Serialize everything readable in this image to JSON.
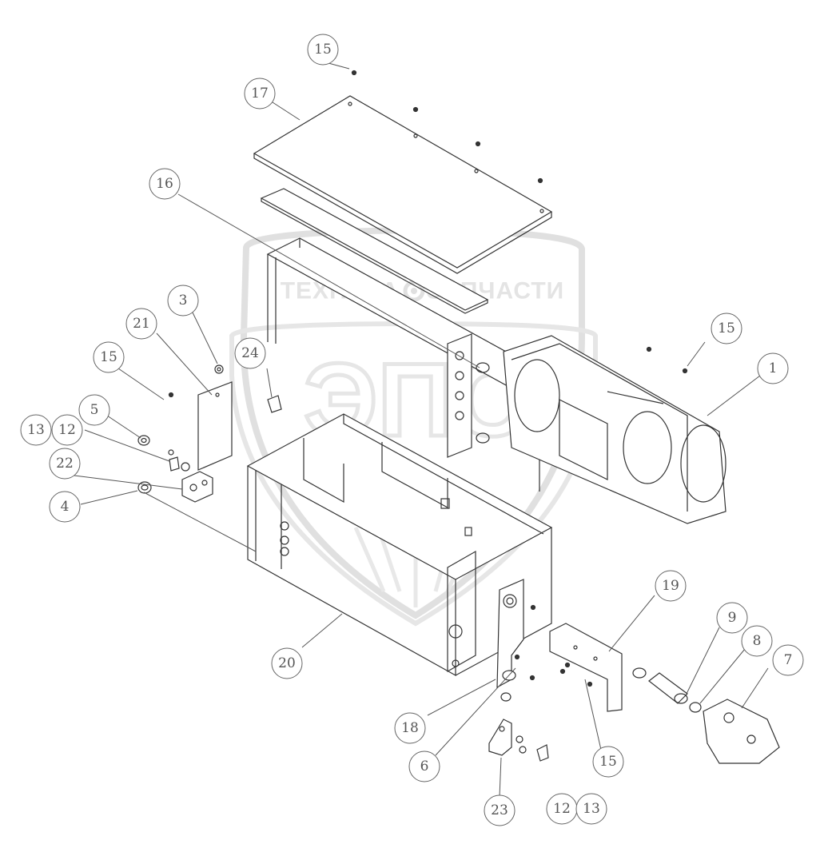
{
  "watermark": {
    "left_text": "ТЕХНИКА",
    "right_text": "ЗАПЧАСТИ",
    "logo_text": "ЭПС",
    "gear_icon": "gear-icon"
  },
  "callouts": [
    {
      "id": "c15a",
      "label": "15"
    },
    {
      "id": "c17",
      "label": "17"
    },
    {
      "id": "c16",
      "label": "16"
    },
    {
      "id": "c3",
      "label": "3"
    },
    {
      "id": "c21",
      "label": "21"
    },
    {
      "id": "c15b",
      "label": "15"
    },
    {
      "id": "c24",
      "label": "24"
    },
    {
      "id": "c5",
      "label": "5"
    },
    {
      "id": "c13a",
      "label": "13"
    },
    {
      "id": "c12a",
      "label": "12"
    },
    {
      "id": "c22",
      "label": "22"
    },
    {
      "id": "c4",
      "label": "4"
    },
    {
      "id": "c15c",
      "label": "15"
    },
    {
      "id": "c1",
      "label": "1"
    },
    {
      "id": "c20",
      "label": "20"
    },
    {
      "id": "c19",
      "label": "19"
    },
    {
      "id": "c9",
      "label": "9"
    },
    {
      "id": "c8",
      "label": "8"
    },
    {
      "id": "c7",
      "label": "7"
    },
    {
      "id": "c18",
      "label": "18"
    },
    {
      "id": "c6",
      "label": "6"
    },
    {
      "id": "c15d",
      "label": "15"
    },
    {
      "id": "c23",
      "label": "23"
    },
    {
      "id": "c12b",
      "label": "12"
    },
    {
      "id": "c13b",
      "label": "13"
    }
  ]
}
